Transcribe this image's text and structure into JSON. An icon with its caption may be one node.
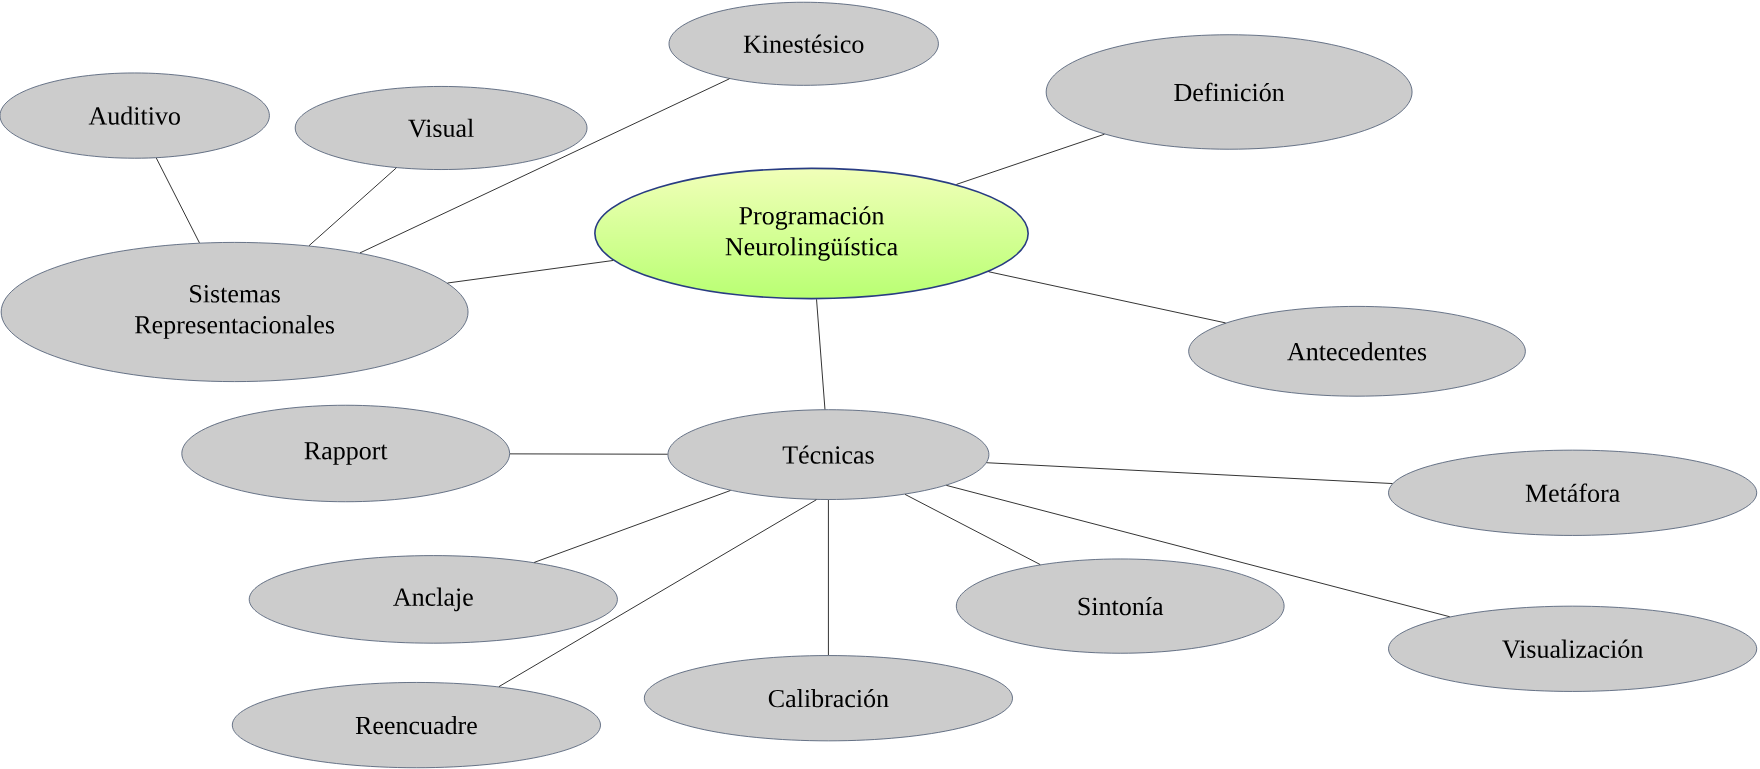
{
  "diagram": {
    "nodes": [
      {
        "text": [
          "Programación Neurolingüística"
        ]
      },
      {
        "text": [
          "Sistemas Representacionales"
        ]
      },
      {
        "text": [
          "Auditivo"
        ]
      },
      {
        "text": [
          "Visual"
        ]
      },
      {
        "text": [
          "Kinestésico"
        ]
      },
      {
        "text": [
          "Definición"
        ]
      },
      {
        "text": [
          "Antecedentes"
        ]
      },
      {
        "text": [
          "Técnicas"
        ]
      },
      {
        "text": [
          "Rapport"
        ]
      },
      {
        "text": [
          "Metáfora"
        ]
      },
      {
        "text": [
          "Anclaje"
        ]
      },
      {
        "text": [
          "Sintonía"
        ]
      },
      {
        "text": [
          "Visualización"
        ]
      },
      {
        "text": [
          "Reencuadre"
        ]
      },
      {
        "text": [
          "Calibración"
        ]
      }
    ],
    "edges": [
      {
        "from": 0,
        "to": 1,
        "arrow": "none"
      },
      {
        "from": 1,
        "to": 2,
        "arrow": "none"
      },
      {
        "from": 1,
        "to": 3,
        "arrow": "none"
      },
      {
        "from": 1,
        "to": 4,
        "arrow": "none"
      },
      {
        "from": 0,
        "to": 5,
        "arrow": "none"
      },
      {
        "from": 0,
        "to": 6,
        "arrow": "none"
      },
      {
        "from": 0,
        "to": 7,
        "arrow": "none"
      },
      {
        "from": 7,
        "to": 8,
        "arrow": "none"
      },
      {
        "from": 7,
        "to": 9,
        "arrow": "none"
      },
      {
        "from": 7,
        "to": 10,
        "arrow": "none"
      },
      {
        "from": 7,
        "to": 11,
        "arrow": "none"
      },
      {
        "from": 7,
        "to": 12,
        "arrow": "none"
      },
      {
        "from": 7,
        "to": 13,
        "arrow": "none"
      },
      {
        "from": 7,
        "to": 14,
        "arrow": "none"
      }
    ]
  }
}
